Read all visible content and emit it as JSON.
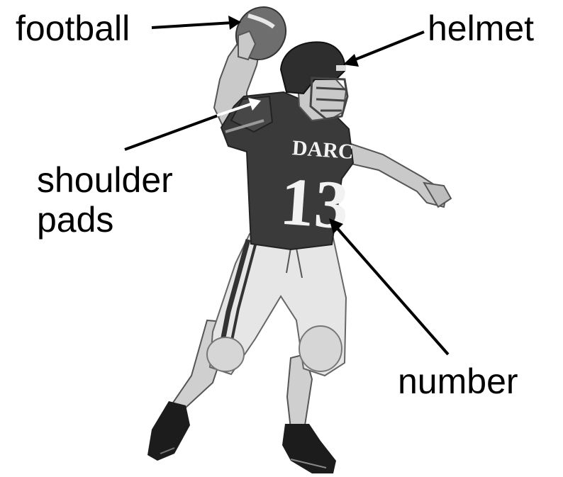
{
  "labels": {
    "football": "football",
    "helmet": "helmet",
    "shoulder_pads": "shoulder\npads",
    "number": "number"
  },
  "jersey": {
    "team_text": "DARC",
    "number": "13"
  },
  "colors": {
    "background": "#ffffff",
    "ink": "#000000",
    "jersey": "#3a3a3a",
    "skin": "#c9c9c9",
    "pants": "#e6e6e6",
    "football": "#6e6e6e",
    "shoe": "#1c1c1c"
  },
  "icons": [
    "football-player-illustration",
    "football-icon",
    "helmet-icon"
  ]
}
